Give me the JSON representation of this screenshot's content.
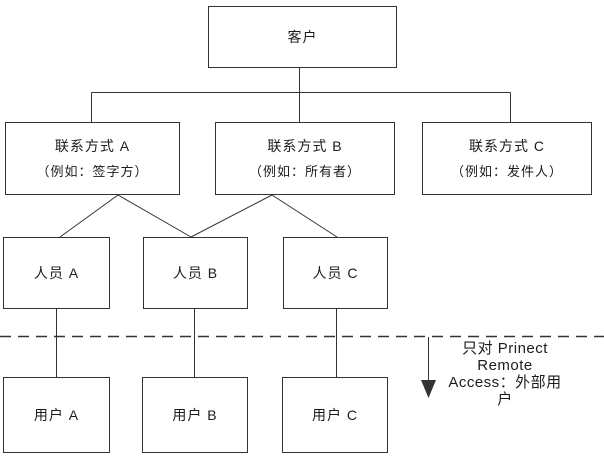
{
  "diagram": {
    "root": {
      "label": "客户"
    },
    "contacts": [
      {
        "title": "联系方式 A",
        "example": "（例如：签字方）"
      },
      {
        "title": "联系方式 B",
        "example": "（例如：所有者）"
      },
      {
        "title": "联系方式 C",
        "example": "（例如：发件人）"
      }
    ],
    "persons": [
      {
        "label": "人员 A"
      },
      {
        "label": "人员 B"
      },
      {
        "label": "人员 C"
      }
    ],
    "users": [
      {
        "label": "用户 A"
      },
      {
        "label": "用户 B"
      },
      {
        "label": "用户 C"
      }
    ],
    "annotation": {
      "full_text": "只对 Prinect Remote Access：外部用户",
      "lines": [
        "只对 Prinect",
        "Remote",
        "Access：外部用",
        "户"
      ]
    },
    "colors": {
      "line": "#333333",
      "background": "#ffffff",
      "text": "#1c1c1c"
    }
  }
}
